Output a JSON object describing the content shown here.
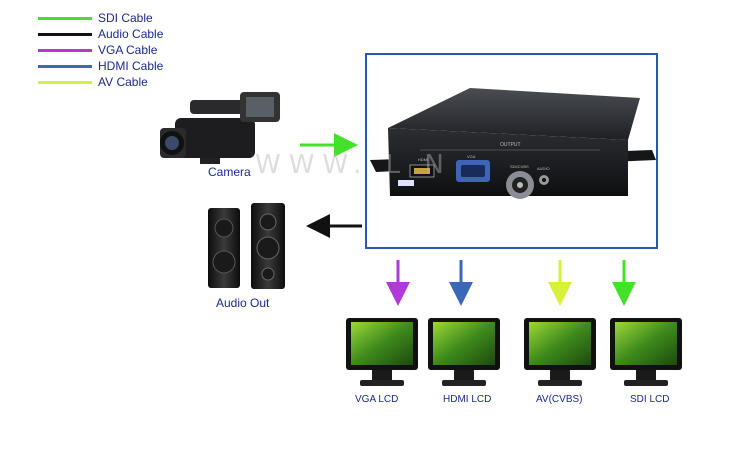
{
  "legend": [
    {
      "label": "SDI Cable",
      "color": "#44e02a"
    },
    {
      "label": "Audio Cable",
      "color": "#111111"
    },
    {
      "label": "VGA Cable",
      "color": "#b03ad8"
    },
    {
      "label": "HDMI Cable",
      "color": "#3a67b8"
    },
    {
      "label": "AV Cable",
      "color": "#d8f03a"
    }
  ],
  "labels": {
    "camera": "Camera",
    "audio_out": "Audio Out",
    "vga_lcd": "VGA LCD",
    "hdmi_lcd": "HDMI LCD",
    "av_lcd": "AV(CVBS)",
    "sdi_lcd": "SDI LCD"
  },
  "device": {
    "output_label": "OUTPUT",
    "port_hdmi": "HDMI",
    "port_vga": "VGA",
    "port_bnc": "SDI/CVBS",
    "port_audio": "AUDIO"
  },
  "watermark": "WWW. L        N"
}
